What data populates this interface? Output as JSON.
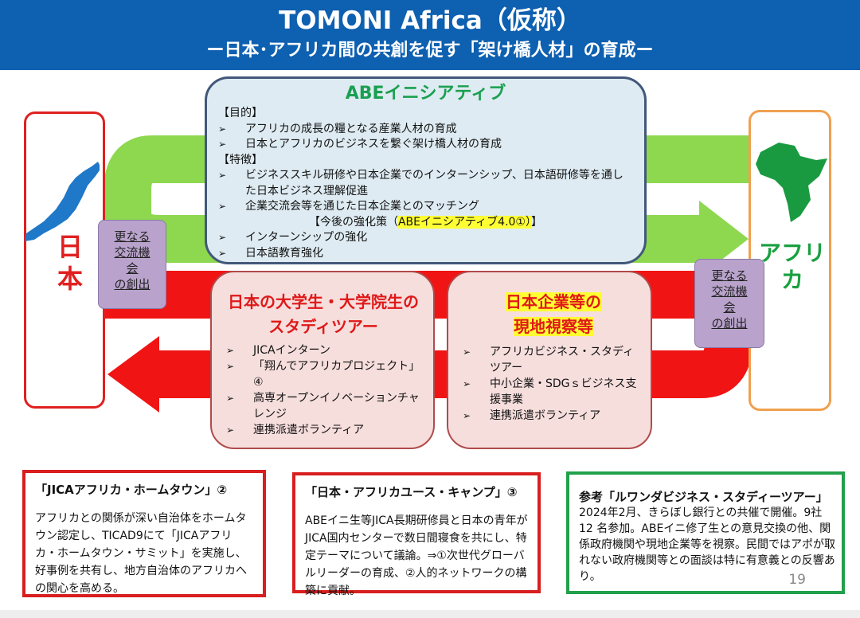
{
  "header": {
    "title": "TOMONI Africa（仮称）",
    "subtitle": "ー日本･アフリカ間の共創を促す「架け橋人材」の育成ー"
  },
  "japan": {
    "label": "日本"
  },
  "africa": {
    "label": "アフリカ"
  },
  "exchange_left": {
    "lines": [
      "更なる",
      "交流機",
      "会",
      "の創出"
    ]
  },
  "exchange_right": {
    "lines": [
      "更なる",
      "交流機",
      "会",
      "の創出"
    ]
  },
  "abe": {
    "title": "ABEイニシアティブ",
    "purpose_head": "【目的】",
    "purpose": [
      "アフリカの成長の糧となる産業人材の育成",
      "日本とアフリカのビジネスを繋ぐ架け橋人材の育成"
    ],
    "features_head": "【特徴】",
    "features": [
      "ビジネススキル研修や日本企業でのインターンシップ、日本語研修等を通した日本ビジネス理解促進",
      "企業交流会等を通じた日本企業とのマッチング"
    ],
    "future_pre": "【今後の強化策（",
    "future_hl": "ABEイニシアティブ4.0①）",
    "future_post": "】",
    "future": [
      "インターンシップの強化",
      "日本語教育強化"
    ]
  },
  "students": {
    "title": "日本の大学生・大学院生のスタディツアー",
    "items": [
      "JICAインターン",
      "「翔んでアフリカプロジェクト」④",
      "高専オープンイノベーションチャレンジ",
      "連携派遣ボランティア"
    ]
  },
  "companies": {
    "title1": "日本企業等の",
    "title2": "現地視察等",
    "items": [
      "アフリカビジネス・スタディツアー",
      "中小企業・SDGｓビジネス支援事業",
      "連携派遣ボランティア"
    ]
  },
  "hometown": {
    "title": "「JICAアフリカ・ホームタウン」②",
    "body": "アフリカとの関係が深い自治体をホームタウン認定し、TICAD9にて「JICAアフリカ・ホームタウン・サミット」を実施し、好事例を共有し、地方自治体のアフリカへの関心を高める。"
  },
  "youth": {
    "title": "「日本・アフリカユース・キャンプ」③",
    "body": "ABEイニ生等JICA長期研修員と日本の青年がJICA国内センターで数日間寝食を共にし、特定テーマについて議論。⇒①次世代グローバルリーダーの育成、②人的ネットワークの構築に貢献。"
  },
  "rwanda": {
    "title": "参考「ルワンダビジネス・スタディーツアー」",
    "body": "2024年2月、きらぼし銀行との共催で開催。9社12 名参加。ABEイニ修了生との意見交換の他、関係政府機関や現地企業等を視察。民間ではアポが取れない政府機関等との面談は特に有意義との反響あり。"
  },
  "page_number": "19",
  "colors": {
    "header": "#0e60b0",
    "green_arrow": "#8ed850",
    "red_arrow": "#f01414"
  }
}
